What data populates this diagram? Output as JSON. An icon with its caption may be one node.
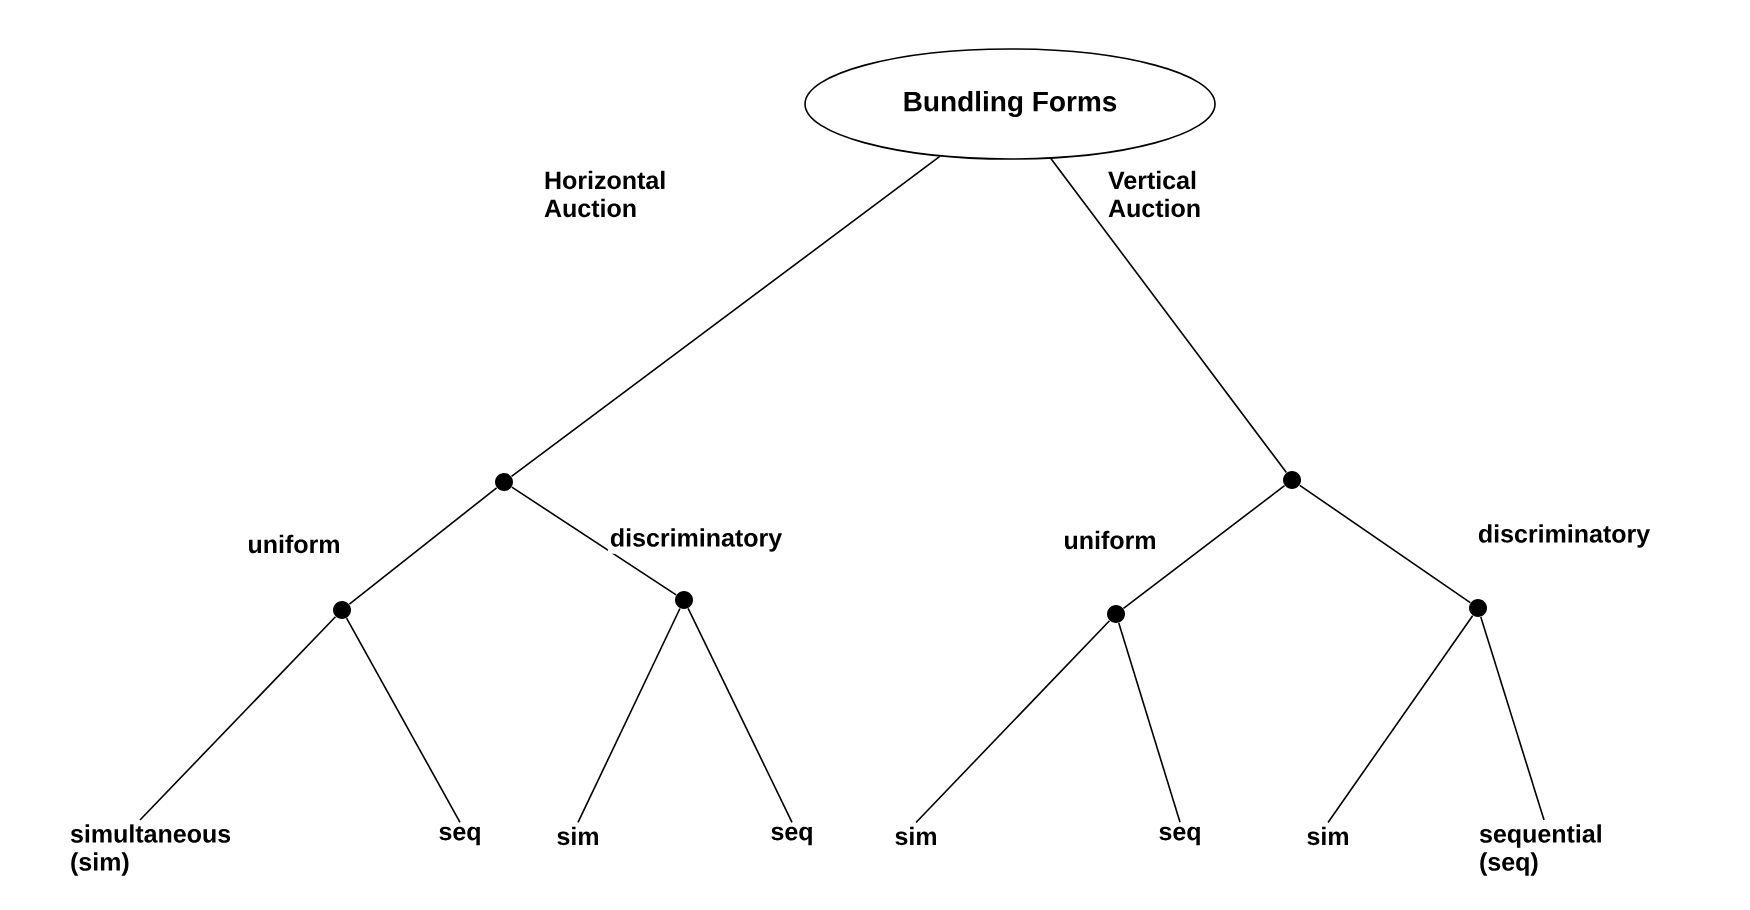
{
  "diagram": {
    "nodes": [
      {
        "text": [
          "Bundling Forms"
        ]
      },
      {
        "text": [],
        "shape": "circle"
      },
      {
        "text": [],
        "shape": "circle"
      },
      {
        "text": [],
        "shape": "circle"
      },
      {
        "text": [],
        "shape": "circle"
      },
      {
        "text": [],
        "shape": "circle"
      },
      {
        "text": [],
        "shape": "circle"
      },
      {
        "text": [
          "simultaneous (sim)"
        ]
      },
      {
        "text": [
          "seq"
        ]
      },
      {
        "text": [
          "sim"
        ]
      },
      {
        "text": [
          "seq"
        ]
      },
      {
        "text": [
          "sim"
        ]
      },
      {
        "text": [
          "seq"
        ]
      },
      {
        "text": [
          "sim"
        ]
      },
      {
        "text": [
          "sequential (seq)"
        ]
      }
    ],
    "edges": [
      {
        "from": 0,
        "to": 1,
        "arrow": "none",
        "label": "Horizontal Auction"
      },
      {
        "from": 0,
        "to": 2,
        "arrow": "none",
        "label": "Vertical Auction"
      },
      {
        "from": 1,
        "to": 3,
        "arrow": "none",
        "label": "uniform"
      },
      {
        "from": 1,
        "to": 4,
        "arrow": "none",
        "label": "discriminatory"
      },
      {
        "from": 2,
        "to": 5,
        "arrow": "none",
        "label": "uniform"
      },
      {
        "from": 2,
        "to": 6,
        "arrow": "none",
        "label": "discriminatory"
      },
      {
        "from": 3,
        "to": 7,
        "arrow": "none"
      },
      {
        "from": 3,
        "to": 8,
        "arrow": "none"
      },
      {
        "from": 4,
        "to": 9,
        "arrow": "none"
      },
      {
        "from": 4,
        "to": 10,
        "arrow": "none"
      },
      {
        "from": 5,
        "to": 11,
        "arrow": "none"
      },
      {
        "from": 5,
        "to": 12,
        "arrow": "none"
      },
      {
        "from": 6,
        "to": 13,
        "arrow": "none"
      },
      {
        "from": 6,
        "to": 14,
        "arrow": "none"
      }
    ]
  }
}
